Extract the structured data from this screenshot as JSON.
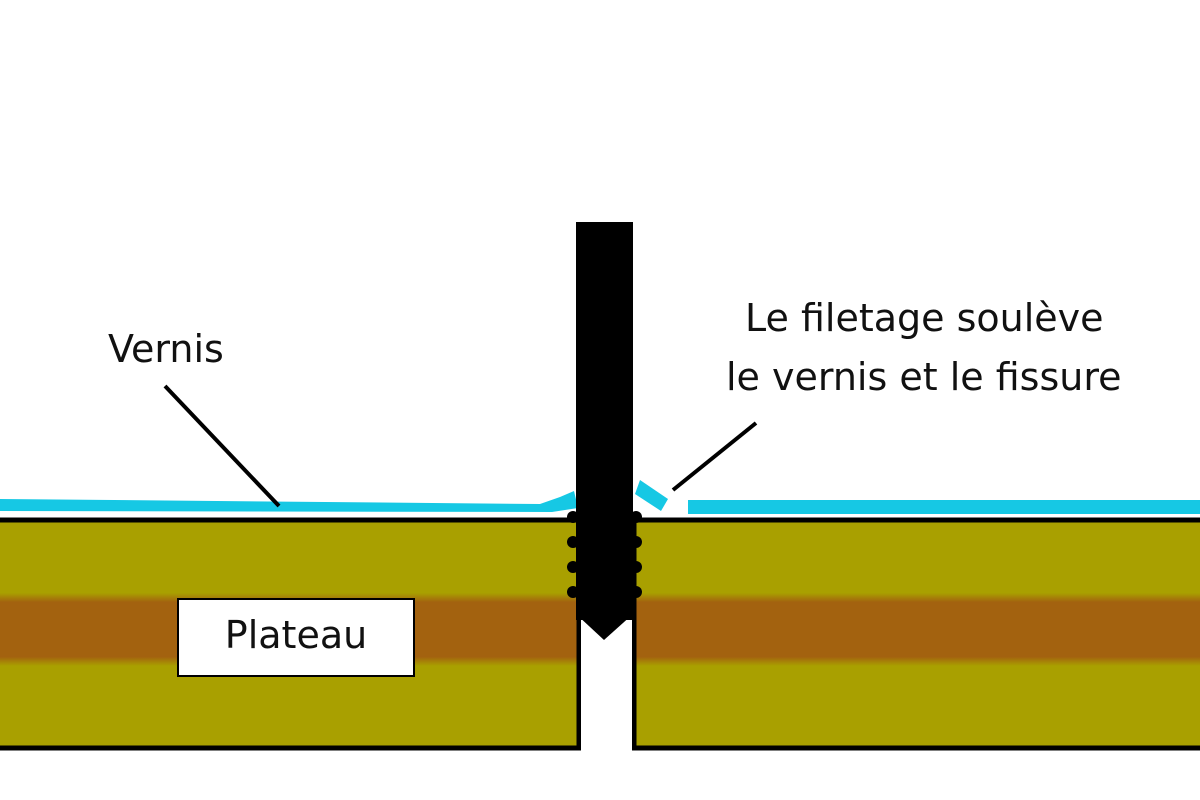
{
  "labels": {
    "varnish": "Vernis",
    "board": "Plateau",
    "thread_line1": "Le filetage soulève",
    "thread_line2": "le vernis et le fissure"
  },
  "colors": {
    "background": "#ffffff",
    "board_yellow": "#a9a000",
    "board_band": "#a3620f",
    "varnish": "#16c8e4",
    "screw": "#000000",
    "outline": "#000000"
  }
}
